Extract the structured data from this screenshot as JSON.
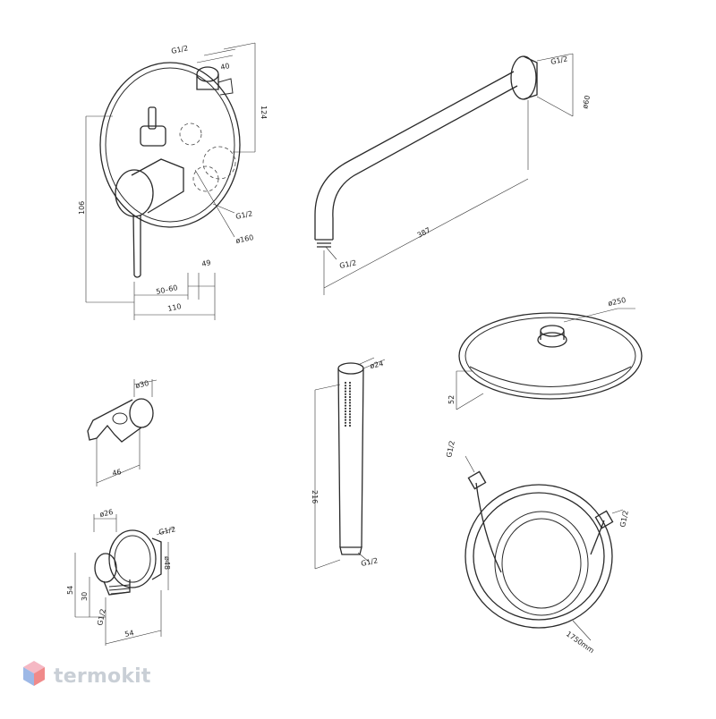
{
  "brand": {
    "logo_text": "termokit",
    "colors": {
      "logo_text": "#c9cfd6",
      "logo_red": "#f08a8a",
      "logo_blue": "#9db8e6",
      "logo_pink": "#f5b8c4"
    }
  },
  "mixer": {
    "labels": {
      "thread_top": "G1/2",
      "width_top": "40",
      "height_right": "124",
      "height_total": "106",
      "thread_outlet": "G1/2",
      "plate_diameter": "ø160",
      "depth_range": "50–60",
      "depth_right": "49",
      "depth_total": "110"
    }
  },
  "shower_arm": {
    "labels": {
      "thread_wall": "G1/2",
      "flange_diameter": "ø60",
      "length": "387",
      "thread_end": "G1/2"
    }
  },
  "shower_head": {
    "labels": {
      "diameter": "ø250",
      "height": "52"
    }
  },
  "holder": {
    "labels": {
      "diameter": "ø30",
      "width": "46"
    }
  },
  "hand_shower": {
    "labels": {
      "diameter": "ø24",
      "length": "216",
      "thread": "G1/2"
    }
  },
  "elbow": {
    "labels": {
      "diameter": "ø26",
      "thread_top": "G1/2",
      "height_total": "54",
      "height_inner": "30",
      "flange_diameter": "ø48",
      "thread_bottom": "G1/2",
      "width": "54"
    }
  },
  "hose": {
    "labels": {
      "thread_left": "G1/2",
      "thread_right": "G1/2",
      "length": "1750mm"
    }
  }
}
